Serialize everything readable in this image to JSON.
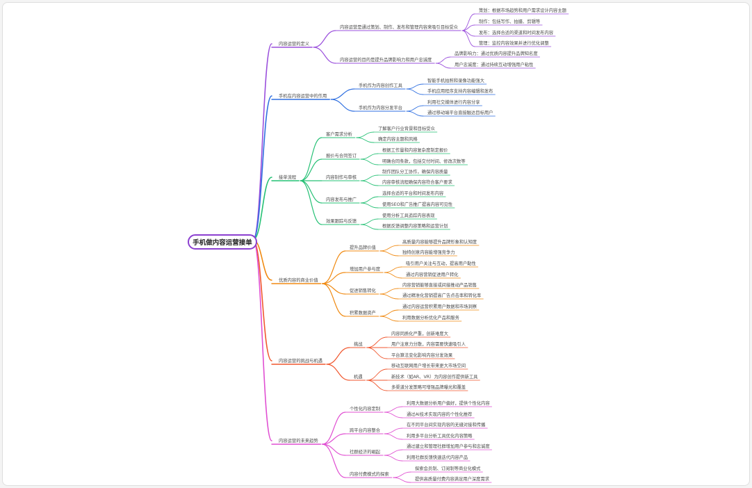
{
  "root": {
    "label": "手机做内容运营接单"
  },
  "colors": {
    "b1": "#9a4fdc",
    "b2": "#2f6fe0",
    "b3": "#24c074",
    "b4": "#f08a12",
    "b5": "#f0562d",
    "b6": "#e04fd2",
    "root_border": "#8b3fd0"
  },
  "branches": [
    {
      "label": "内容运营的定义",
      "children": [
        {
          "label": "内容运营是通过策划、制作、发布和管理内容来吸引目标受众",
          "children": [
            "策划：根据市场趋势和用户需求设计内容主题",
            "制作：包括写作、拍摄、剪辑等",
            "发布：选择合适的渠道和时间发布内容",
            "管理：监控内容效果并进行优化调整"
          ]
        },
        {
          "label": "内容运营的目的是提升品牌影响力和用户忠诚度",
          "children": [
            "品牌影响力：通过优质内容提升品牌知名度",
            "用户忠诚度：通过持续互动增强用户粘性"
          ]
        }
      ]
    },
    {
      "label": "手机在内容运营中的作用",
      "children": [
        {
          "label": "手机作为内容创作工具",
          "children": [
            "智能手机拍照和录像功能强大",
            "手机应用程序支持内容编辑和发布"
          ]
        },
        {
          "label": "手机作为内容分发平台",
          "children": [
            "利用社交媒体进行内容分享",
            "通过移动端平台直接触达目标用户"
          ]
        }
      ]
    },
    {
      "label": "接单流程",
      "children": [
        {
          "label": "客户需求分析",
          "children": [
            "了解客户行业背景和目标受众",
            "确定内容主题和风格"
          ]
        },
        {
          "label": "报价与合同签订",
          "children": [
            "根据工作量和内容复杂度制定报价",
            "明确合同条款，包括交付时间、修改次数等"
          ]
        },
        {
          "label": "内容制作与审核",
          "children": [
            "制作团队分工协作，确保内容质量",
            "内容审核流程确保内容符合客户要求"
          ]
        },
        {
          "label": "内容发布与推广",
          "children": [
            "选择合适的平台和时间发布内容",
            "使用SEO和广告推广提高内容可见性"
          ]
        },
        {
          "label": "效果跟踪与反馈",
          "children": [
            "使用分析工具追踪内容表现",
            "根据反馈调整内容策略和运营计划"
          ]
        }
      ]
    },
    {
      "label": "优质内容的商业价值",
      "children": [
        {
          "label": "提升品牌价值",
          "children": [
            "高质量内容能够提升品牌形象和认知度",
            "独特创意内容能增强竞争力"
          ]
        },
        {
          "label": "增加用户参与度",
          "children": [
            "吸引用户关注与互动，提高用户黏性",
            "通过内容营销促进用户转化"
          ]
        },
        {
          "label": "促进销售转化",
          "children": [
            "内容营销能够直接或间接推动产品销售",
            "通过精准化营销提高广告点击率和转化率"
          ]
        },
        {
          "label": "积累数据资产",
          "children": [
            "通过内容运营积累用户数据和市场洞察",
            "利用数据分析优化产品和服务"
          ]
        }
      ]
    },
    {
      "label": "内容运营的挑战与机遇",
      "children": [
        {
          "label": "挑战",
          "children": [
            "内容同质化严重，创新难度大",
            "用户注意力分散，内容需要快速吸引人",
            "平台算法变化影响内容分发效果"
          ]
        },
        {
          "label": "机遇",
          "children": [
            "移动互联网用户增长带来更大市场空间",
            "新技术（如AR、VR）为内容创作提供新工具",
            "多渠道分发策略可增强品牌曝光和覆盖"
          ]
        }
      ]
    },
    {
      "label": "内容运营的未来趋势",
      "children": [
        {
          "label": "个性化内容定制",
          "children": [
            "利用大数据分析用户偏好，提供个性化内容",
            "通过AI技术实现内容的个性化推荐"
          ]
        },
        {
          "label": "跨平台内容整合",
          "children": [
            "在不同平台间实现内容的无缝对接和传播",
            "利用多平台分析工具优化内容策略"
          ]
        },
        {
          "label": "社群经济的崛起",
          "children": [
            "通过建立和管理社群增加用户参与和忠诚度",
            "利用社群反馈快速迭代内容产品"
          ]
        },
        {
          "label": "内容付费模式的探索",
          "children": [
            "探索会员制、订阅制等商业化模式",
            "提供高质量付费内容满足用户深度需求"
          ]
        }
      ]
    }
  ]
}
